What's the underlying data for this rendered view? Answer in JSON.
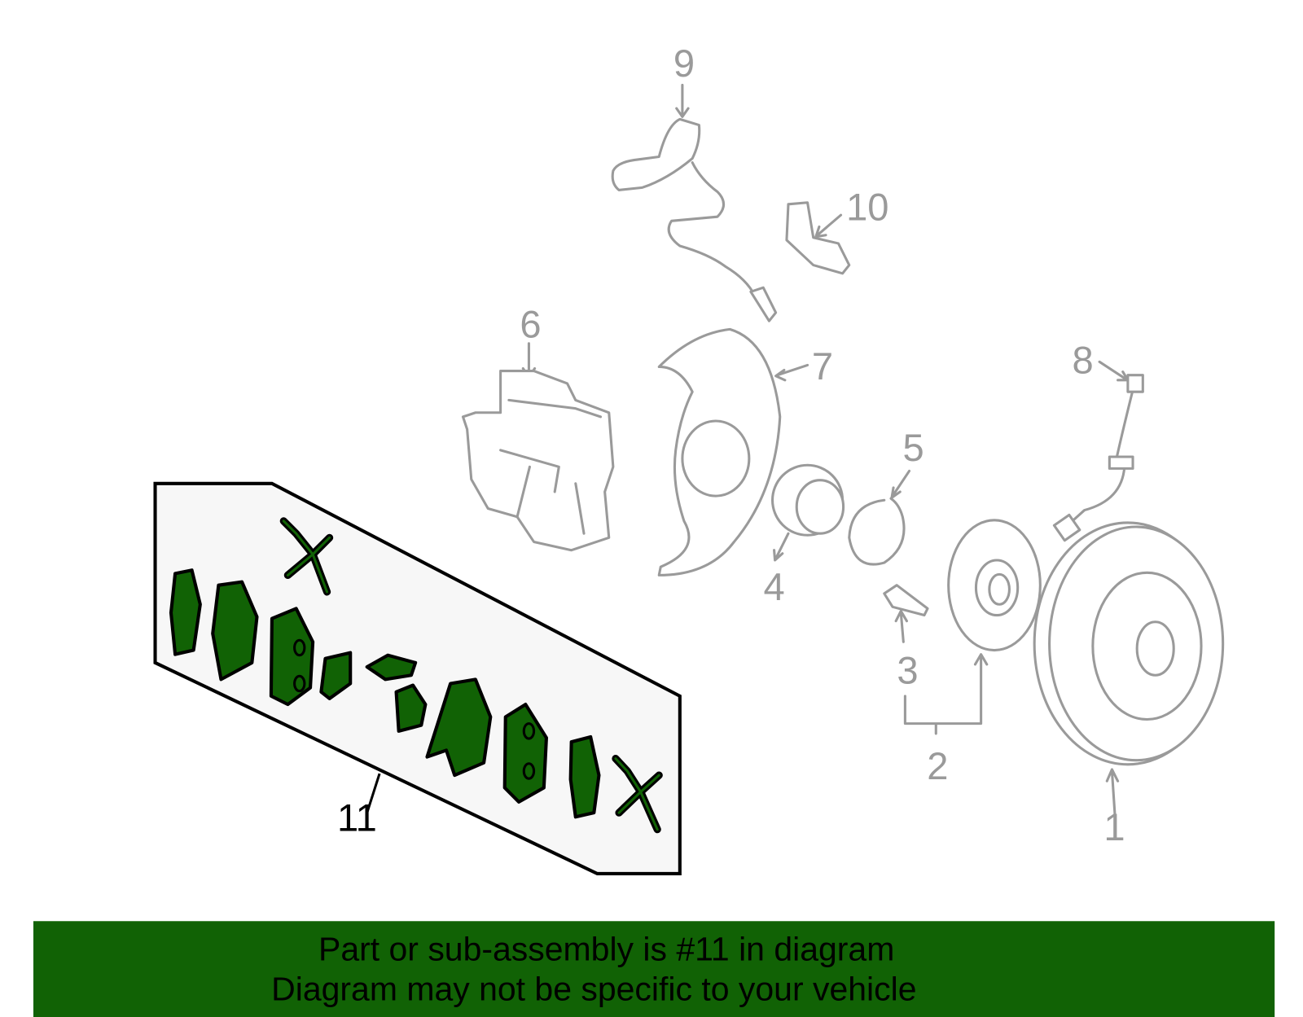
{
  "diagram": {
    "callouts": [
      "1",
      "2",
      "3",
      "4",
      "5",
      "6",
      "7",
      "8",
      "9",
      "10",
      "11"
    ],
    "highlighted_part": "11",
    "colors": {
      "highlight": "#116205",
      "parts": "#9a9a9a",
      "kit_panel": "#f7f7f7"
    }
  },
  "banner": {
    "line1": "Part or sub-assembly is #11 in diagram",
    "line2": "Diagram may not be specific to your vehicle",
    "color": "#116205"
  }
}
